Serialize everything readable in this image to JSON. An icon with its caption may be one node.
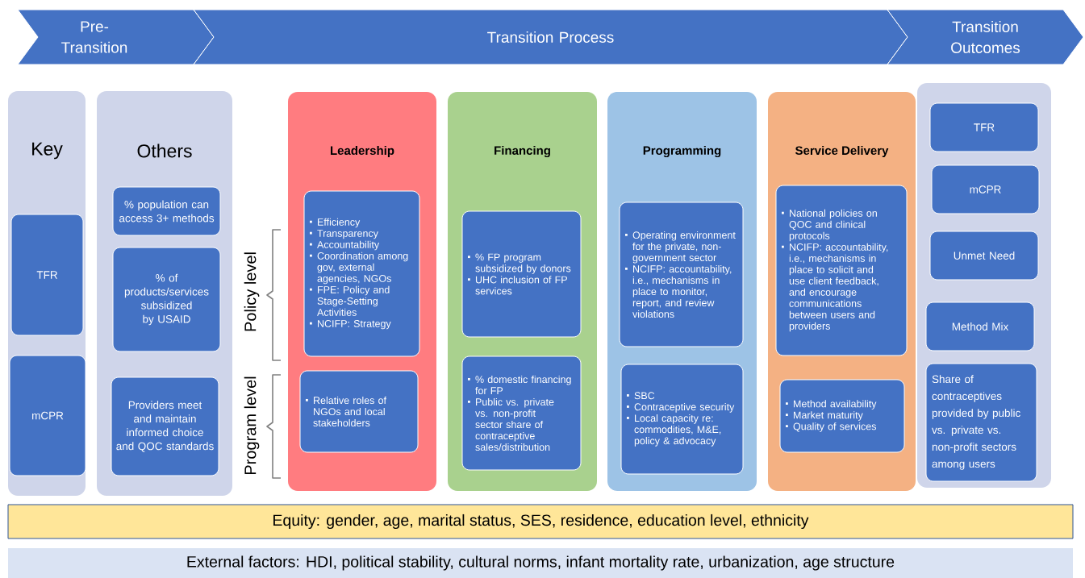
{
  "diagram": {
    "nodes": [
      {
        "text": [
          "Pre-Transition"
        ]
      },
      {
        "text": [
          "Transition Process"
        ]
      },
      {
        "text": [
          "Transition Outcomes"
        ]
      },
      {
        "text": [
          "Key"
        ]
      },
      {
        "text": [
          "TFR"
        ],
        "in": 3
      },
      {
        "text": [
          "mCPR"
        ],
        "in": 3
      },
      {
        "text": [
          "Others"
        ]
      },
      {
        "text": [
          "% population can access 3+ methods"
        ],
        "in": 6
      },
      {
        "text": [
          "% of products/services subsidized by USAID"
        ],
        "in": 6
      },
      {
        "text": [
          "Providers meet and maintain informed choice and QOC standards"
        ],
        "in": 6
      },
      {
        "text": [
          "Leadership"
        ]
      },
      {
        "text": [
          "Efficiency",
          "Transparency",
          "Accountability",
          "Coordination among gov, external agencies, NGOs",
          "FPE: Policy and Stage-Setting Activities",
          "NCIFP: Strategy"
        ],
        "in": 10
      },
      {
        "text": [
          "Relative roles of NGOs and local stakeholders"
        ],
        "in": 10
      },
      {
        "text": [
          "Financing"
        ]
      },
      {
        "text": [
          "% FP program subsidized by donors",
          "UHC inclusion of FP services"
        ],
        "in": 13
      },
      {
        "text": [
          "% domestic financing for FP",
          "Public vs. private vs. non-profit sector share of contraceptive sales/distribution"
        ],
        "in": 13
      },
      {
        "text": [
          "Programming"
        ]
      },
      {
        "text": [
          "Operating environment for the private, non-government sector",
          "NCIFP: accountability, i.e., mechanisms in place to monitor, report, and review violations"
        ],
        "in": 16
      },
      {
        "text": [
          "SBC",
          "Contraceptive security",
          "Local capacity re: commodities, M&E, policy & advocacy"
        ],
        "in": 16
      },
      {
        "text": [
          "Service Delivery"
        ]
      },
      {
        "text": [
          "National policies on QOC and clinical protocols",
          "NCIFP: accountability, i.e., mechanisms in place to solicit and use client feedback, and encourage communications between users and providers"
        ],
        "in": 19
      },
      {
        "text": [
          "Method availability",
          "Market maturity",
          "Quality of services"
        ],
        "in": 19
      },
      {
        "text": [],
        "shape": "box"
      },
      {
        "text": [
          "TFR"
        ],
        "in": 22
      },
      {
        "text": [
          "mCPR"
        ],
        "in": 22
      },
      {
        "text": [
          "Unmet Need"
        ],
        "in": 22
      },
      {
        "text": [
          "Method Mix"
        ],
        "in": 22
      },
      {
        "text": [
          "Share of contraceptives provided by public vs. private vs. non-profit sectors among users"
        ],
        "in": 22
      },
      {
        "text": [
          "Equity: gender, age, marital status, SES, residence, education level, ethnicity"
        ]
      },
      {
        "text": [
          "External factors: HDI, political stability, cultural norms, infant mortality rate, urbanization, age structure"
        ]
      }
    ],
    "labels": [
      "Policy level",
      "Program level"
    ]
  }
}
